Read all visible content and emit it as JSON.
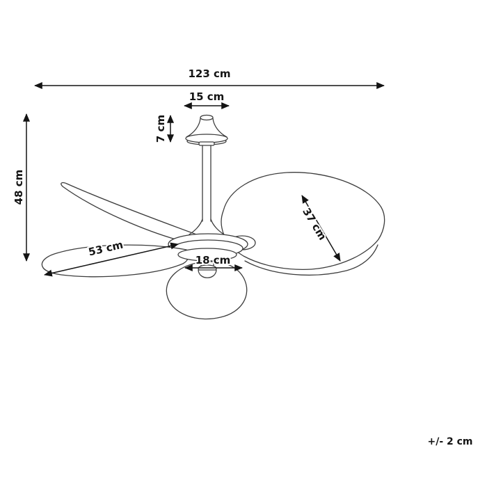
{
  "diagram": {
    "labels": {
      "overall_width": "123 cm",
      "canopy_width": "15 cm",
      "canopy_height": "7 cm",
      "overall_height": "48 cm",
      "blade_length": "53 cm",
      "blade_width": "37 cm",
      "light_housing_width": "18 cm"
    },
    "tolerance_note": "+/- 2 cm"
  }
}
